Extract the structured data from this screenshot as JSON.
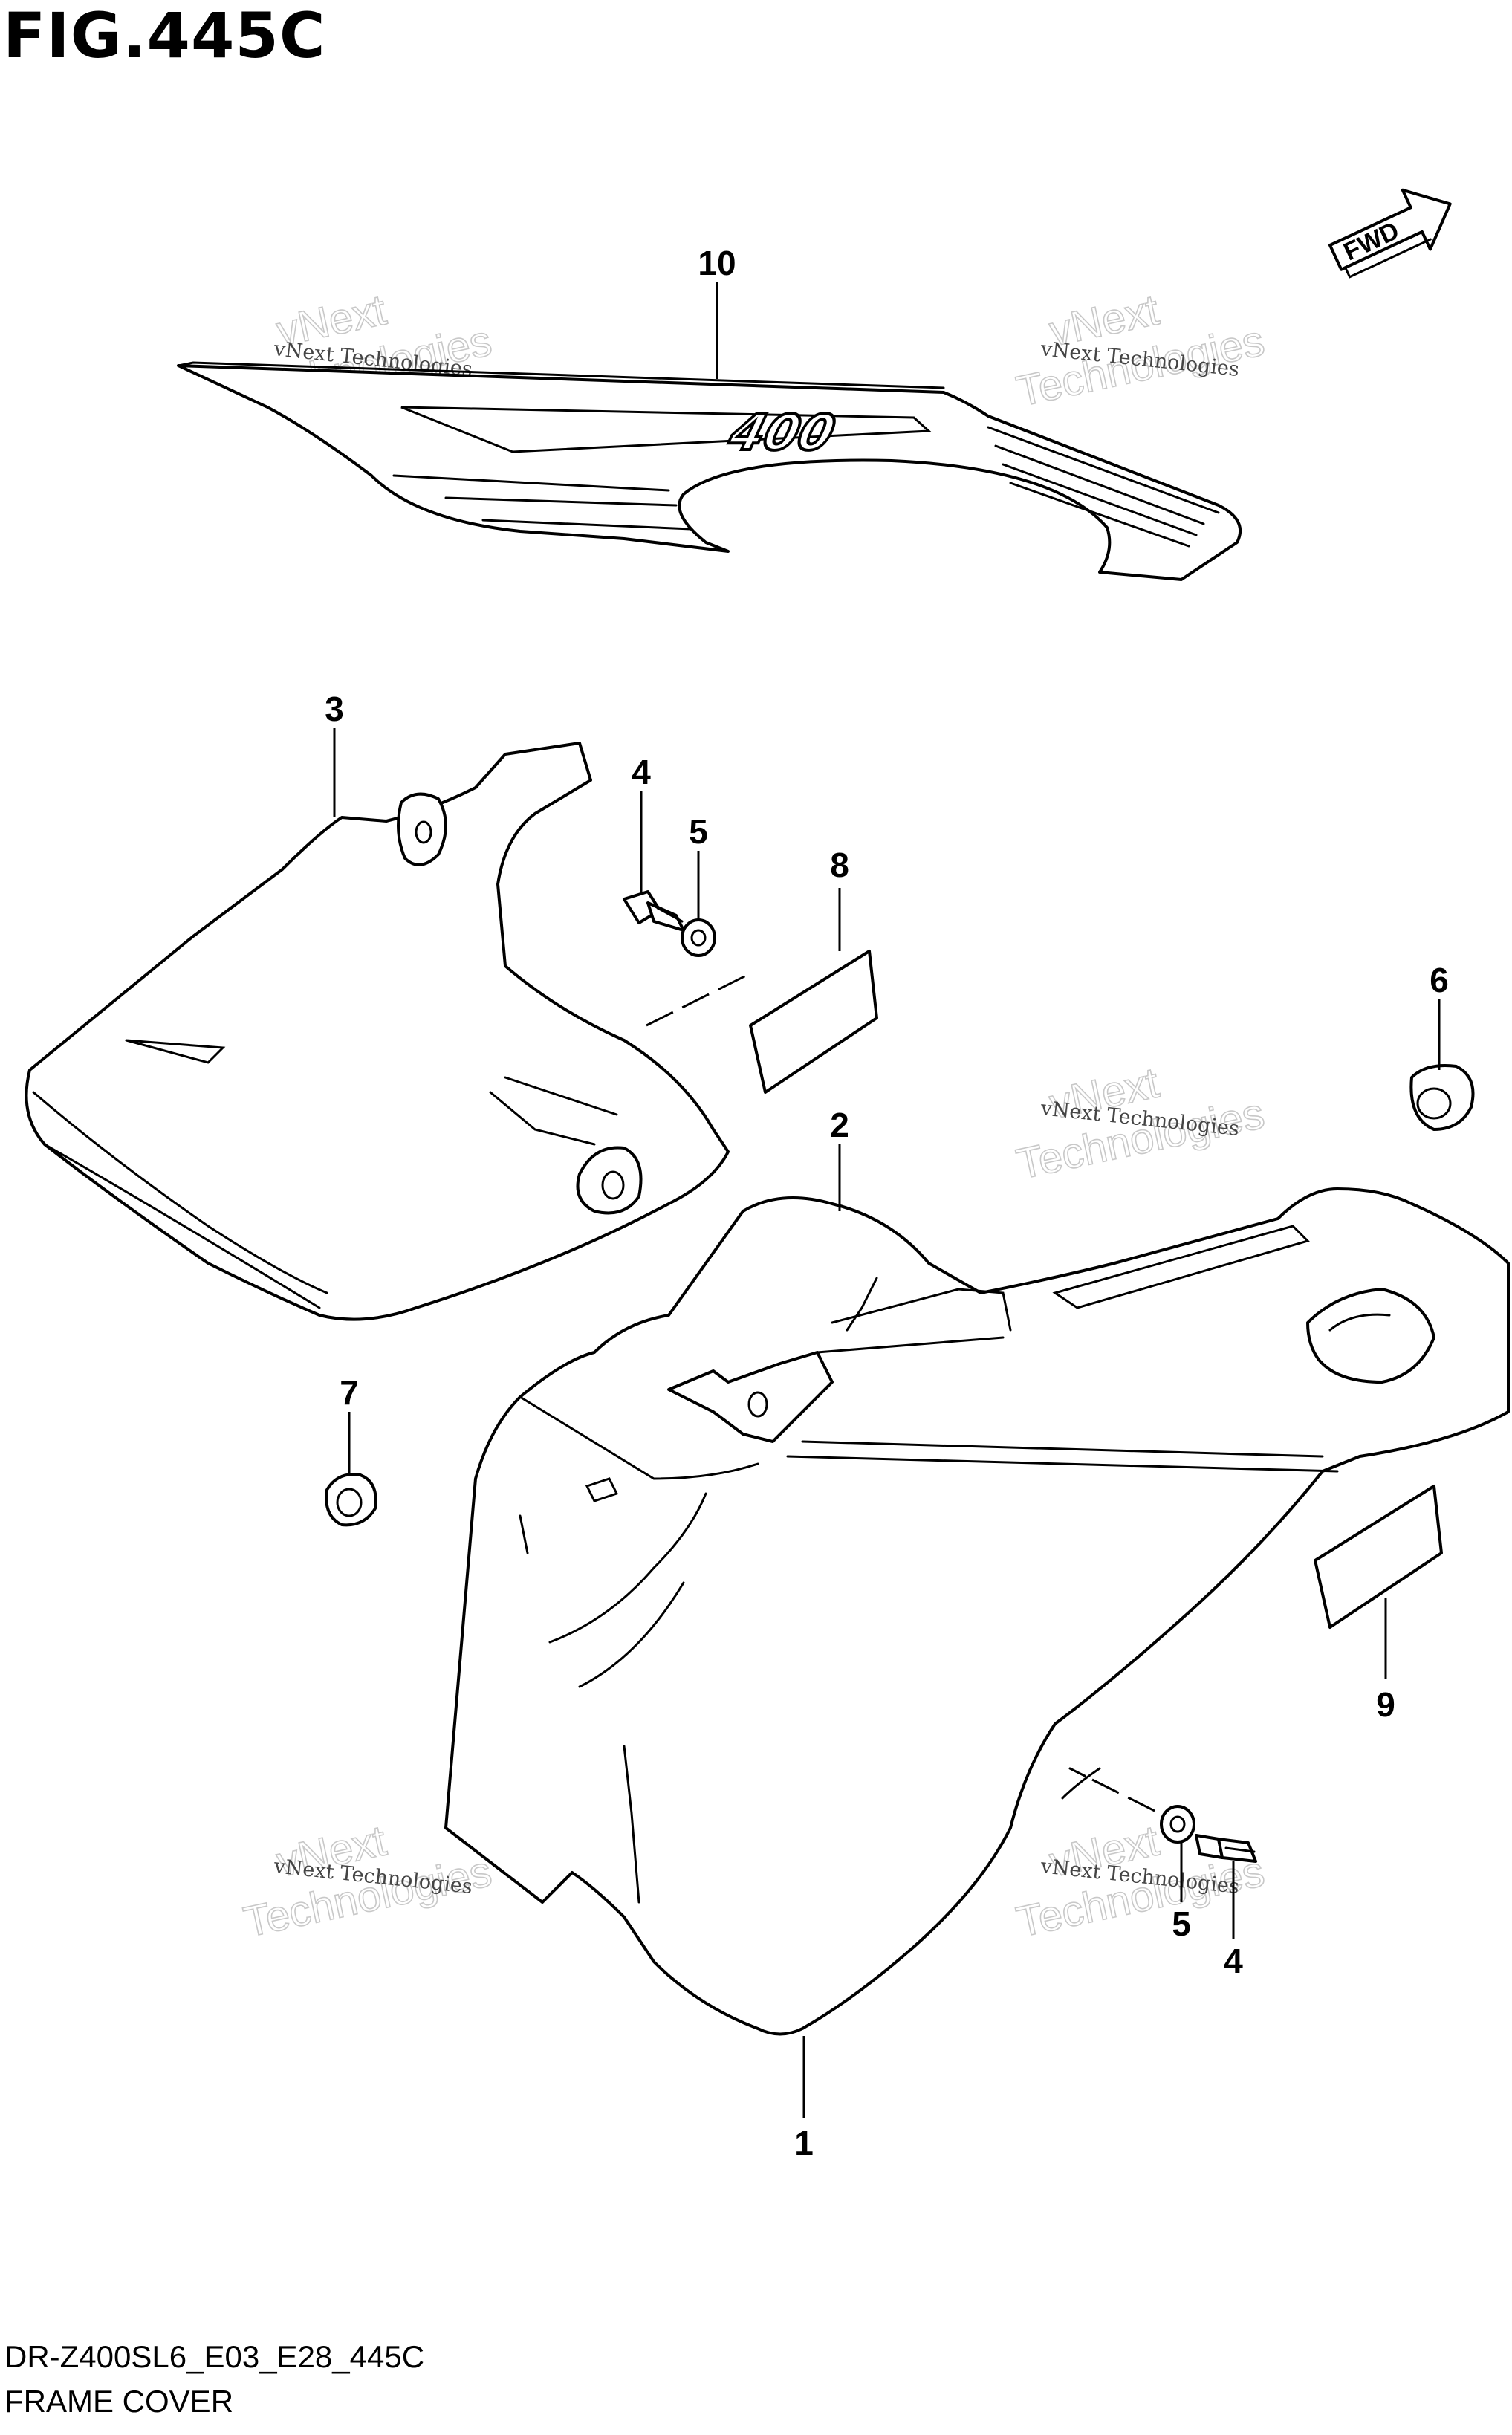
{
  "figure": {
    "title": "FIG.445C",
    "model_code": "DR-Z400SL6_E03_E28_445C",
    "name": "FRAME COVER"
  },
  "fwd_arrow": {
    "label": "FWD"
  },
  "decal_text": "400",
  "watermark": {
    "line1": "vNext Technologies",
    "line2": "vNext",
    "line3": "Technologies"
  },
  "callouts": [
    {
      "id": "callout-10",
      "label": "10"
    },
    {
      "id": "callout-3",
      "label": "3"
    },
    {
      "id": "callout-4-top",
      "label": "4"
    },
    {
      "id": "callout-5-top",
      "label": "5"
    },
    {
      "id": "callout-8",
      "label": "8"
    },
    {
      "id": "callout-6",
      "label": "6"
    },
    {
      "id": "callout-2",
      "label": "2"
    },
    {
      "id": "callout-7",
      "label": "7"
    },
    {
      "id": "callout-9",
      "label": "9"
    },
    {
      "id": "callout-5-bottom",
      "label": "5"
    },
    {
      "id": "callout-4-bottom",
      "label": "4"
    },
    {
      "id": "callout-1",
      "label": "1"
    }
  ]
}
